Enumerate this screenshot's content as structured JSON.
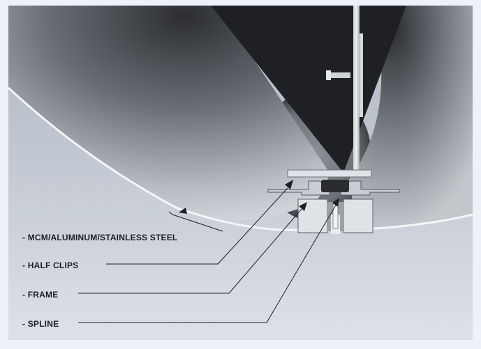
{
  "diagram": {
    "labels": {
      "panel": "- MCM/ALUMINUM/STAINLESS STEEL",
      "half_clips": "- HALF CLIPS",
      "frame": "- FRAME",
      "spline": "- SPLINE"
    }
  }
}
